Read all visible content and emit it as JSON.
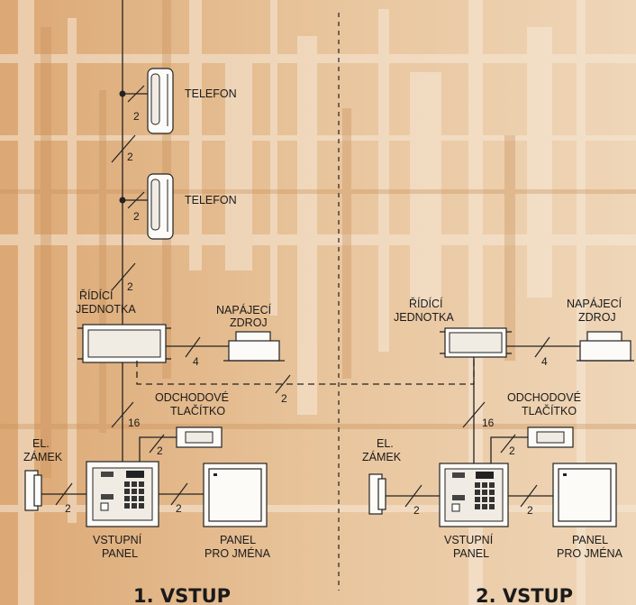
{
  "colors": {
    "background": "#e9c9a3",
    "line": "#222222",
    "device_fill": "#fdfbf7"
  },
  "labels": {
    "telefon_1": "TELEFON",
    "telefon_2": "TELEFON",
    "ridici_1": [
      "ŘÍDÍCÍ",
      "JEDNOTKA"
    ],
    "ridici_2": [
      "ŘÍDÍCÍ",
      "JEDNOTKA"
    ],
    "zdroj_1": [
      "NAPÁJECÍ",
      "ZDROJ"
    ],
    "zdroj_2": [
      "NAPÁJECÍ",
      "ZDROJ"
    ],
    "tlacitko_1": [
      "ODCHODOVÉ",
      "TLAČÍTKO"
    ],
    "tlacitko_2": [
      "ODCHODOVÉ",
      "TLAČÍTKO"
    ],
    "zamek_1": [
      "EL.",
      "ZÁMEK"
    ],
    "zamek_2": [
      "EL.",
      "ZÁMEK"
    ],
    "vstupni_1": [
      "VSTUPNÍ",
      "PANEL"
    ],
    "vstupni_2": [
      "VSTUPNÍ",
      "PANEL"
    ],
    "jmena_1": [
      "PANEL",
      "PRO JMÉNA"
    ],
    "jmena_2": [
      "PANEL",
      "PRO JMÉNA"
    ]
  },
  "wire_counts": {
    "tel1_branch": "2",
    "tel1_to_tel2": "2",
    "tel2_branch": "2",
    "tel2_to_ridici": "2",
    "ridici_zdroj_1": "4",
    "link_between": "2",
    "ridici_panel_1": "16",
    "tlacitko_1": "2",
    "zamek_1": "2",
    "jmena_1": "2",
    "ridici_zdroj_2": "4",
    "ridici_panel_2": "16",
    "tlacitko_2": "2",
    "zamek_2": "2",
    "jmena_2": "2"
  },
  "titles": {
    "entrance_1": "1. VSTUP",
    "entrance_2": "2. VSTUP"
  }
}
